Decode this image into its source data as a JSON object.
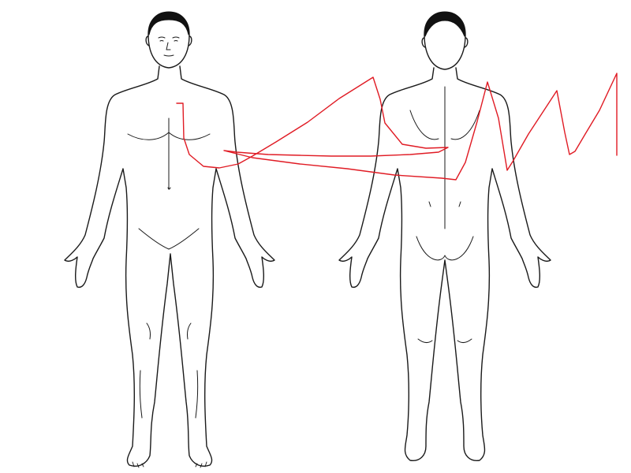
{
  "figures": [
    {
      "id": "front",
      "view": "anterior"
    },
    {
      "id": "back",
      "view": "posterior"
    }
  ],
  "colors": {
    "background": "#ffffff",
    "outline": "#1a1a1a",
    "annotation": "#e01b24"
  },
  "annotation": {
    "type": "freehand-stroke",
    "tool": "pen"
  }
}
